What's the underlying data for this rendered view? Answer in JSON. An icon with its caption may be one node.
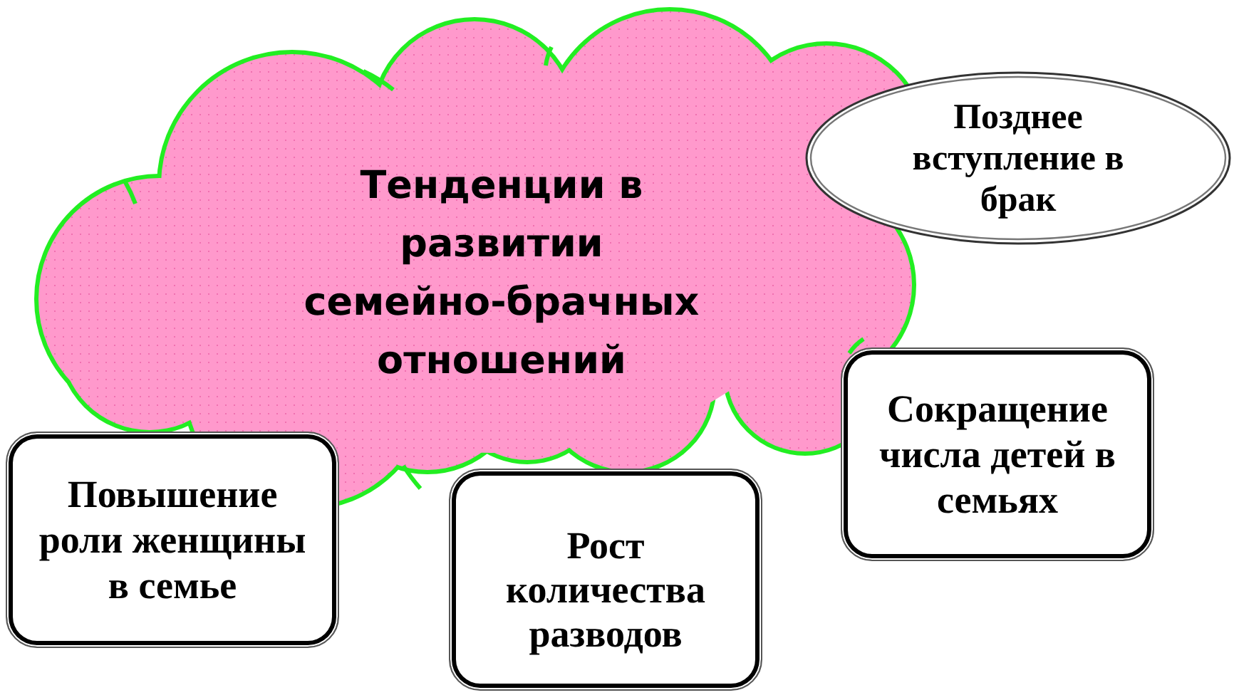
{
  "diagram": {
    "nodes": [
      {
        "text": [
          "Тенденции в развитии семейно-брачных отношений"
        ]
      },
      {
        "text": [
          "Позднее вступление в брак"
        ]
      },
      {
        "text": [
          "Сокращение числа детей в семьях"
        ]
      },
      {
        "text": [
          "Повышение роли женщины в семье"
        ]
      },
      {
        "text": [
          "Рост количества разводов"
        ]
      }
    ]
  }
}
